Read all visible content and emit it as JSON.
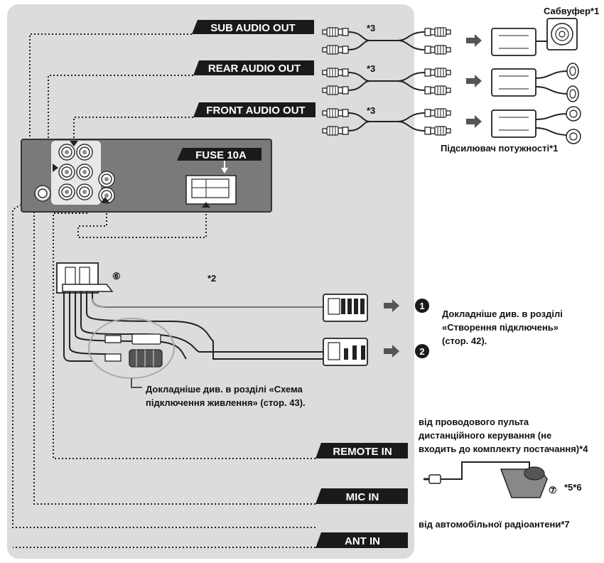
{
  "labels": {
    "sub_audio_out": "SUB AUDIO OUT",
    "rear_audio_out": "REAR AUDIO OUT",
    "front_audio_out": "FRONT AUDIO OUT",
    "fuse": "FUSE 10A",
    "remote_in": "REMOTE IN",
    "mic_in": "MIC IN",
    "ant_in": "ANT IN"
  },
  "notes": {
    "subwoofer": "Сабвуфер*1",
    "amplifier": "Підсилювач потужності*1",
    "star3": "*3",
    "star2": "*2",
    "circled6": "⑥",
    "circled7": "⑦",
    "star56": "*5*6",
    "marker1": "1",
    "marker2": "2",
    "see_connections_1": "Докладніше див. в розділі",
    "see_connections_2": "«Створення підключень»",
    "see_connections_3": "(стор. 42).",
    "see_power_1": "Докладніше див. в розділі «Схема",
    "see_power_2": "підключення живлення» (стор. 43).",
    "remote_desc_1": "від проводового пульта",
    "remote_desc_2": "дистанційного керування (не",
    "remote_desc_3": "входить до комплекту постачання)*4",
    "antenna_desc": "від автомобільної радіоантени*7"
  }
}
